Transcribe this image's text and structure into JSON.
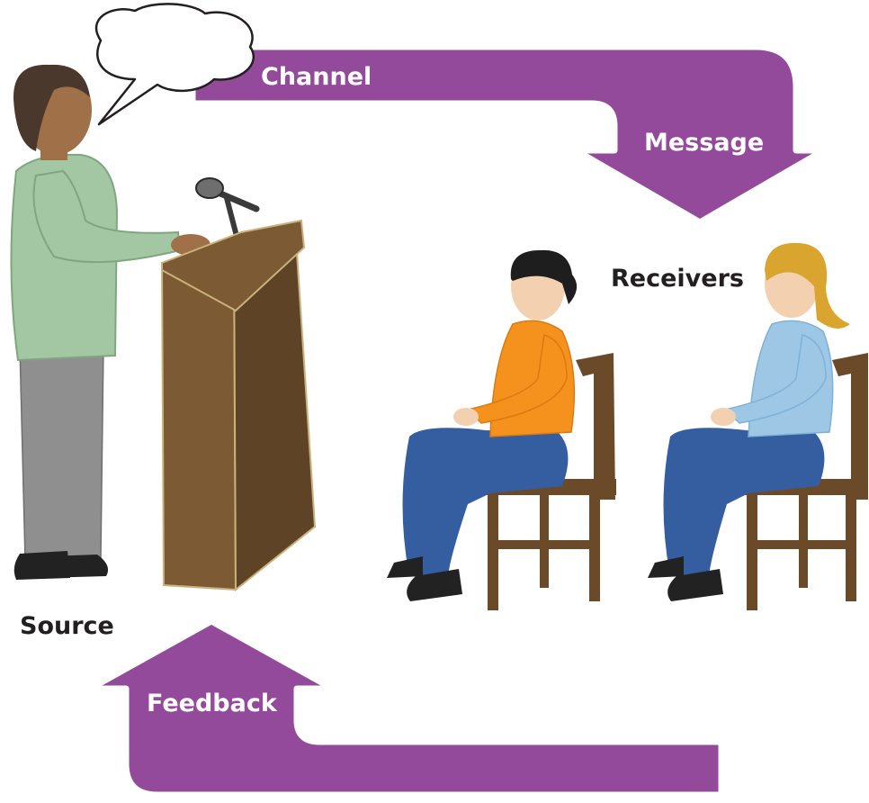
{
  "labels": {
    "channel": "Channel",
    "message": "Message",
    "receivers": "Receivers",
    "source": "Source",
    "feedback": "Feedback"
  },
  "colors": {
    "arrow": "#934a9b",
    "arrow_outline": "#ffffff",
    "podium": "#7b5a34",
    "podium_dark": "#5e4326",
    "podium_edge": "#c9b27d",
    "speaker_shirt": "#a3c6a3",
    "speaker_pants": "#8f8f90",
    "skin_speaker": "#a07048",
    "hair_speaker": "#4b382c",
    "receiver1_shirt": "#f5921e",
    "receiver2_shirt": "#9ec7e5",
    "jeans": "#345ea0",
    "hair_receiver1": "#1e1e1e",
    "hair_receiver2": "#d9a52e",
    "skin_receiver": "#f3d0b0",
    "chair": "#6b4a2a",
    "shoes": "#222222",
    "text": "#231f20"
  }
}
